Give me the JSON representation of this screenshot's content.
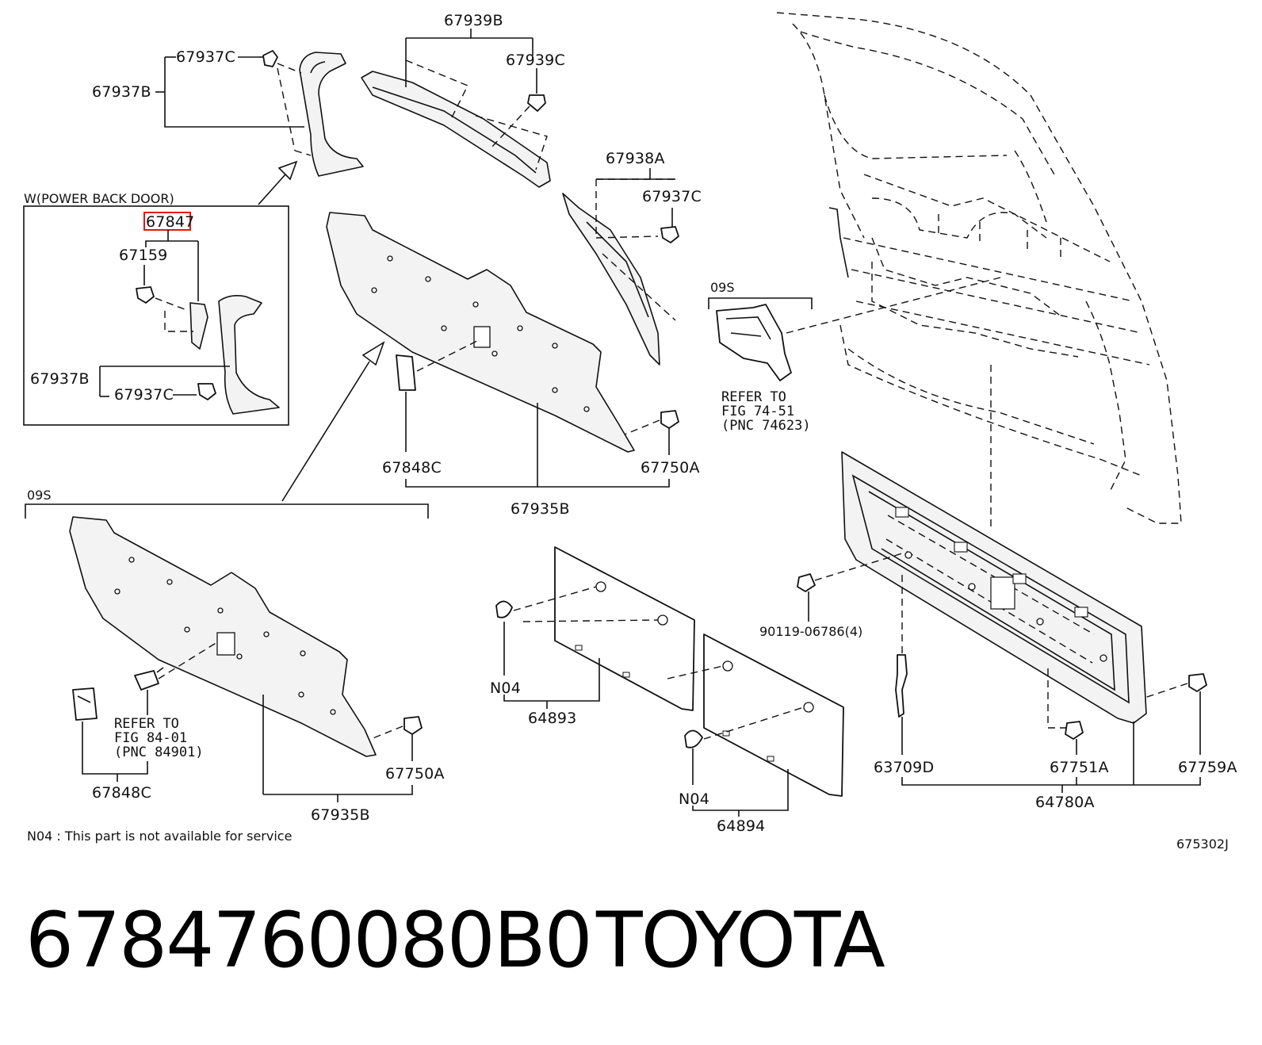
{
  "labels": {
    "p67939B": "67939B",
    "p67939C": "67939C",
    "p67937C_top": "67937C",
    "p67937B_top": "67937B",
    "p67938A": "67938A",
    "p67937C_right": "67937C",
    "inset_title": "W(POWER BACK DOOR)",
    "p67847": "67847",
    "p67159": "67159",
    "p67937B_inset": "67937B",
    "p67937C_inset": "67937C",
    "p67848C_mid": "67848C",
    "p67750A_mid": "67750A",
    "p67935B_mid": "67935B",
    "zone_09s_left": "09S",
    "zone_09s_right": "09S",
    "refer74_l1": "REFER TO",
    "refer74_l2": "FIG 74-51",
    "refer74_l3": "(PNC 74623)",
    "refer84_l1": "REFER TO",
    "refer84_l2": "FIG 84-01",
    "refer84_l3": "(PNC 84901)",
    "p67848C_low": "67848C",
    "p67750A_low": "67750A",
    "p67935B_low": "67935B",
    "n04_a": "N04",
    "p64893": "64893",
    "n04_b": "N04",
    "p64894": "64894",
    "p90119": "90119-06786(4)",
    "p63709D": "63709D",
    "p67751A": "67751A",
    "p67759A": "67759A",
    "p64780A": "64780A",
    "note_n04": "N04 : This part is not available for service",
    "fig_code": "675302J"
  },
  "highlight_color": "#e11111",
  "footer": {
    "part_number": "6784760080B0",
    "brand": "TOYOTA"
  }
}
